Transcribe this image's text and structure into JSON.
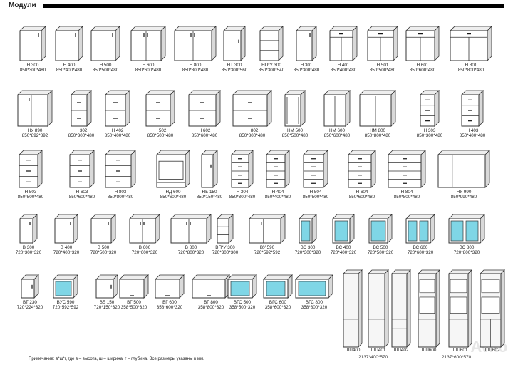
{
  "header": {
    "title": "Модули"
  },
  "rows": [
    {
      "items": [
        {
          "code": "Н 300",
          "size": "850*300*480"
        },
        {
          "code": "Н 400",
          "size": "850*400*480"
        },
        {
          "code": "Н 500",
          "size": "850*500*480"
        },
        {
          "code": "Н 600",
          "size": "850*600*480"
        },
        {
          "code": "Н 800",
          "size": "850*800*480"
        },
        {
          "code": "НТ 300",
          "size": "850*300*560"
        },
        {
          "code": "НП*У 300",
          "size": "850*300*540"
        },
        {
          "code": "Н 301",
          "size": "850*300*480"
        },
        {
          "code": "Н 401",
          "size": "850*400*480"
        },
        {
          "code": "Н 501",
          "size": "850*500*480"
        },
        {
          "code": "Н 601",
          "size": "850*600*480"
        },
        {
          "code": "Н 801",
          "size": "850*800*480"
        }
      ]
    },
    {
      "items": [
        {
          "code": "НУ 890",
          "size": "850*892*892"
        },
        {
          "code": "Н 302",
          "size": "850*300*480"
        },
        {
          "code": "Н 402",
          "size": "850*400*480"
        },
        {
          "code": "Н 502",
          "size": "850*500*480"
        },
        {
          "code": "Н 602",
          "size": "850*600*480"
        },
        {
          "code": "Н 802",
          "size": "850*800*480"
        },
        {
          "code": "НМ 500",
          "size": "850*500*480"
        },
        {
          "code": "НМ 600",
          "size": "850*600*480"
        },
        {
          "code": "НМ 800",
          "size": "850*800*480"
        },
        {
          "code": "Н 303",
          "size": "850*300*480"
        },
        {
          "code": "Н 403",
          "size": "850*400*480"
        }
      ]
    },
    {
      "items": [
        {
          "code": "Н 503",
          "size": "850*500*480"
        },
        {
          "code": "Н 603",
          "size": "850*600*480"
        },
        {
          "code": "Н 803",
          "size": "850*800*480"
        },
        {
          "code": "НД 600",
          "size": "850*600*480"
        },
        {
          "code": "НБ 150",
          "size": "850*150*480"
        },
        {
          "code": "Н 304",
          "size": "850*300*480"
        },
        {
          "code": "Н 404",
          "size": "850*400*480"
        },
        {
          "code": "Н 504",
          "size": "850*500*480"
        },
        {
          "code": "Н 604",
          "size": "850*600*480"
        },
        {
          "code": "Н 804",
          "size": "850*800*480"
        },
        {
          "code": "НУ 990",
          "size": "850*990*480"
        }
      ]
    },
    {
      "items": [
        {
          "code": "В 300",
          "size": "720*300*320"
        },
        {
          "code": "В 400",
          "size": "720*400*320"
        },
        {
          "code": "В 500",
          "size": "720*500*320"
        },
        {
          "code": "В 600",
          "size": "720*600*320"
        },
        {
          "code": "В 800",
          "size": "720*800*320"
        },
        {
          "code": "ВП*У 300",
          "size": "720*300*300"
        },
        {
          "code": "ВУ 590",
          "size": "720*592*592"
        },
        {
          "code": "ВС 300",
          "size": "720*300*320"
        },
        {
          "code": "ВС 400",
          "size": "720*400*320"
        },
        {
          "code": "ВС 500",
          "size": "720*500*320"
        },
        {
          "code": "ВС 600",
          "size": "720*600*320"
        },
        {
          "code": "ВС 800",
          "size": "720*800*320"
        }
      ]
    },
    {
      "items": [
        {
          "code": "ВТ 230",
          "size": "720*224*320"
        },
        {
          "code": "ВУС 590",
          "size": "720*592*592"
        },
        {
          "code": "ВБ 150",
          "size": "720*150*320"
        },
        {
          "code": "ВГ 500",
          "size": "358*500*320"
        },
        {
          "code": "ВГ 600",
          "size": "358*600*320"
        },
        {
          "code": "ВГ 800",
          "size": "358*800*320"
        },
        {
          "code": "ВГС 500",
          "size": "358*500*320"
        },
        {
          "code": "ВГС 600",
          "size": "358*600*320"
        },
        {
          "code": "ВГС 800",
          "size": "358*800*320"
        }
      ]
    }
  ],
  "tall": {
    "codes": [
      "ШП400",
      "ШП401",
      "ШП402",
      "ШП600",
      "ШП601",
      "ШП602"
    ],
    "size_left": "2137*400*570",
    "size_right": "2137*600*570"
  },
  "note": "Примечание: в*ш*г, где в – высота, ш – ширина, г – глубина. Все размеры указаны в мм.",
  "watermark": "Avito",
  "colors": {
    "outline": "#333333",
    "face": "#ffffff",
    "side": "#d9d9d9",
    "glass": "#7fd6e6"
  }
}
